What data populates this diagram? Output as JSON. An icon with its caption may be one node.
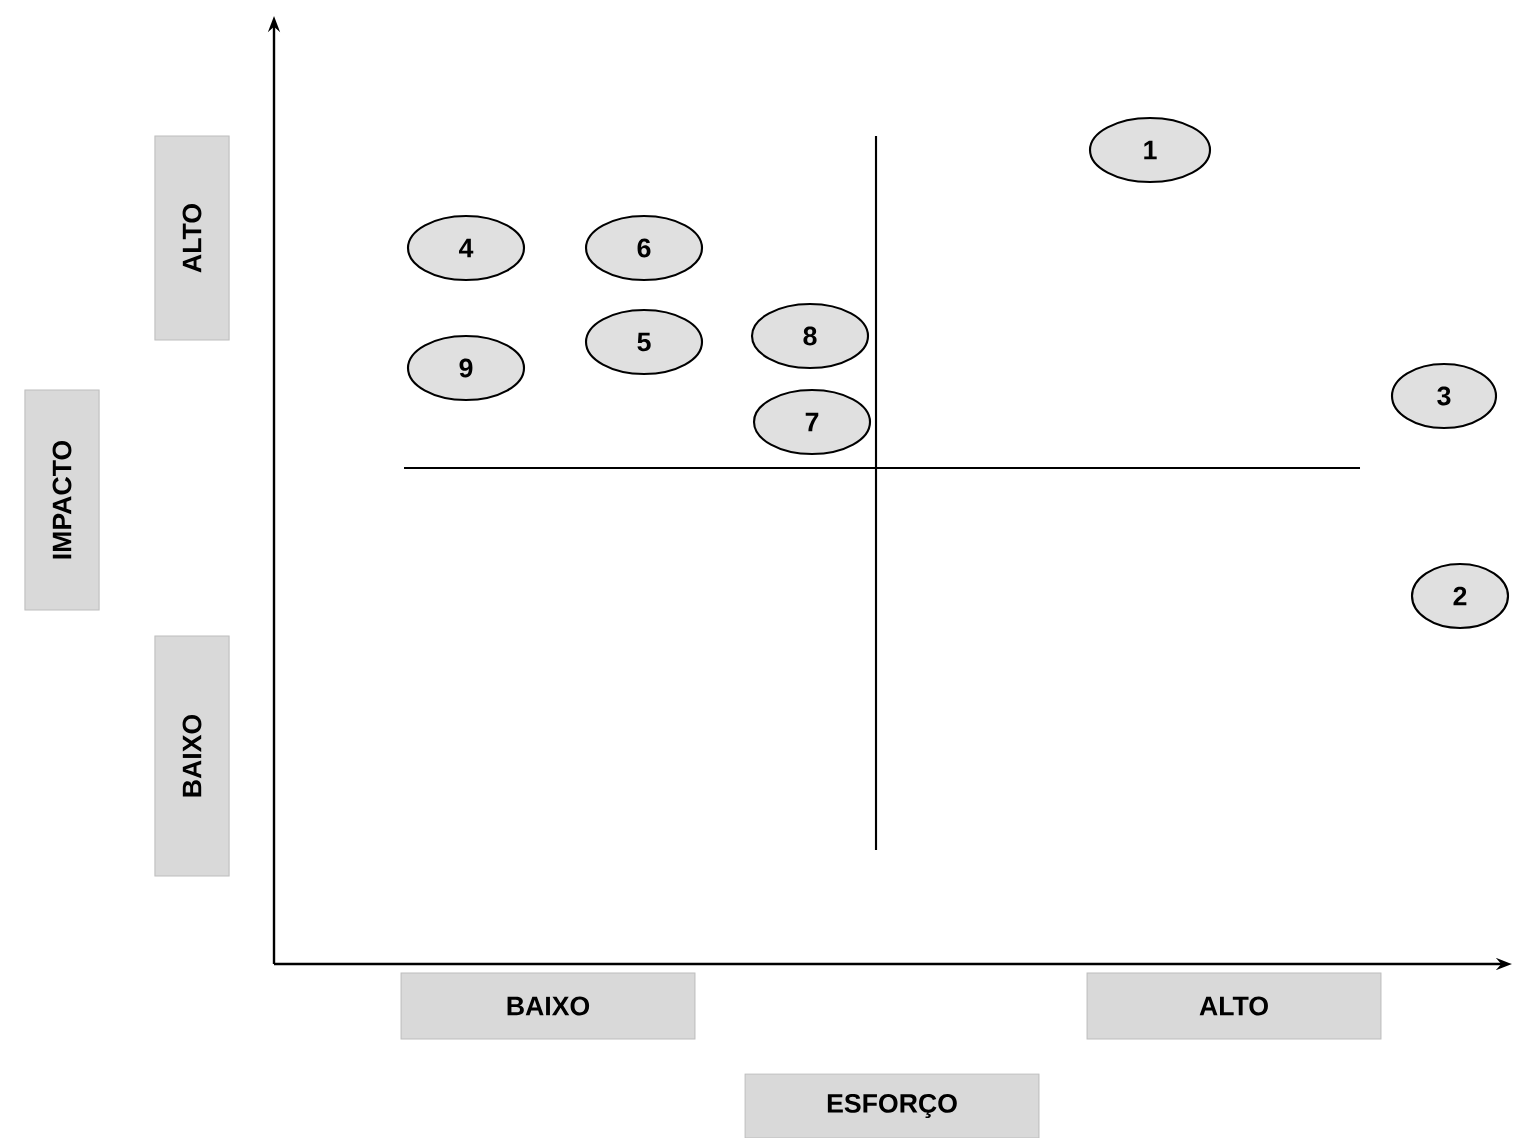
{
  "diagram": {
    "nodes": [
      {
        "text": [
          "ALTO"
        ]
      },
      {
        "text": [
          "IMPACTO"
        ]
      },
      {
        "text": [
          "BAIXO"
        ]
      },
      {
        "text": [
          "1"
        ]
      },
      {
        "text": [
          "4"
        ]
      },
      {
        "text": [
          "6"
        ]
      },
      {
        "text": [
          "8"
        ]
      },
      {
        "text": [
          "5"
        ]
      },
      {
        "text": [
          "9"
        ]
      },
      {
        "text": [
          "3"
        ]
      },
      {
        "text": [
          "7"
        ]
      },
      {
        "text": [
          "2"
        ]
      },
      {
        "text": [
          "BAIXO"
        ]
      },
      {
        "text": [
          "ALTO"
        ]
      },
      {
        "text": [
          "ESFORÇO"
        ]
      }
    ]
  }
}
